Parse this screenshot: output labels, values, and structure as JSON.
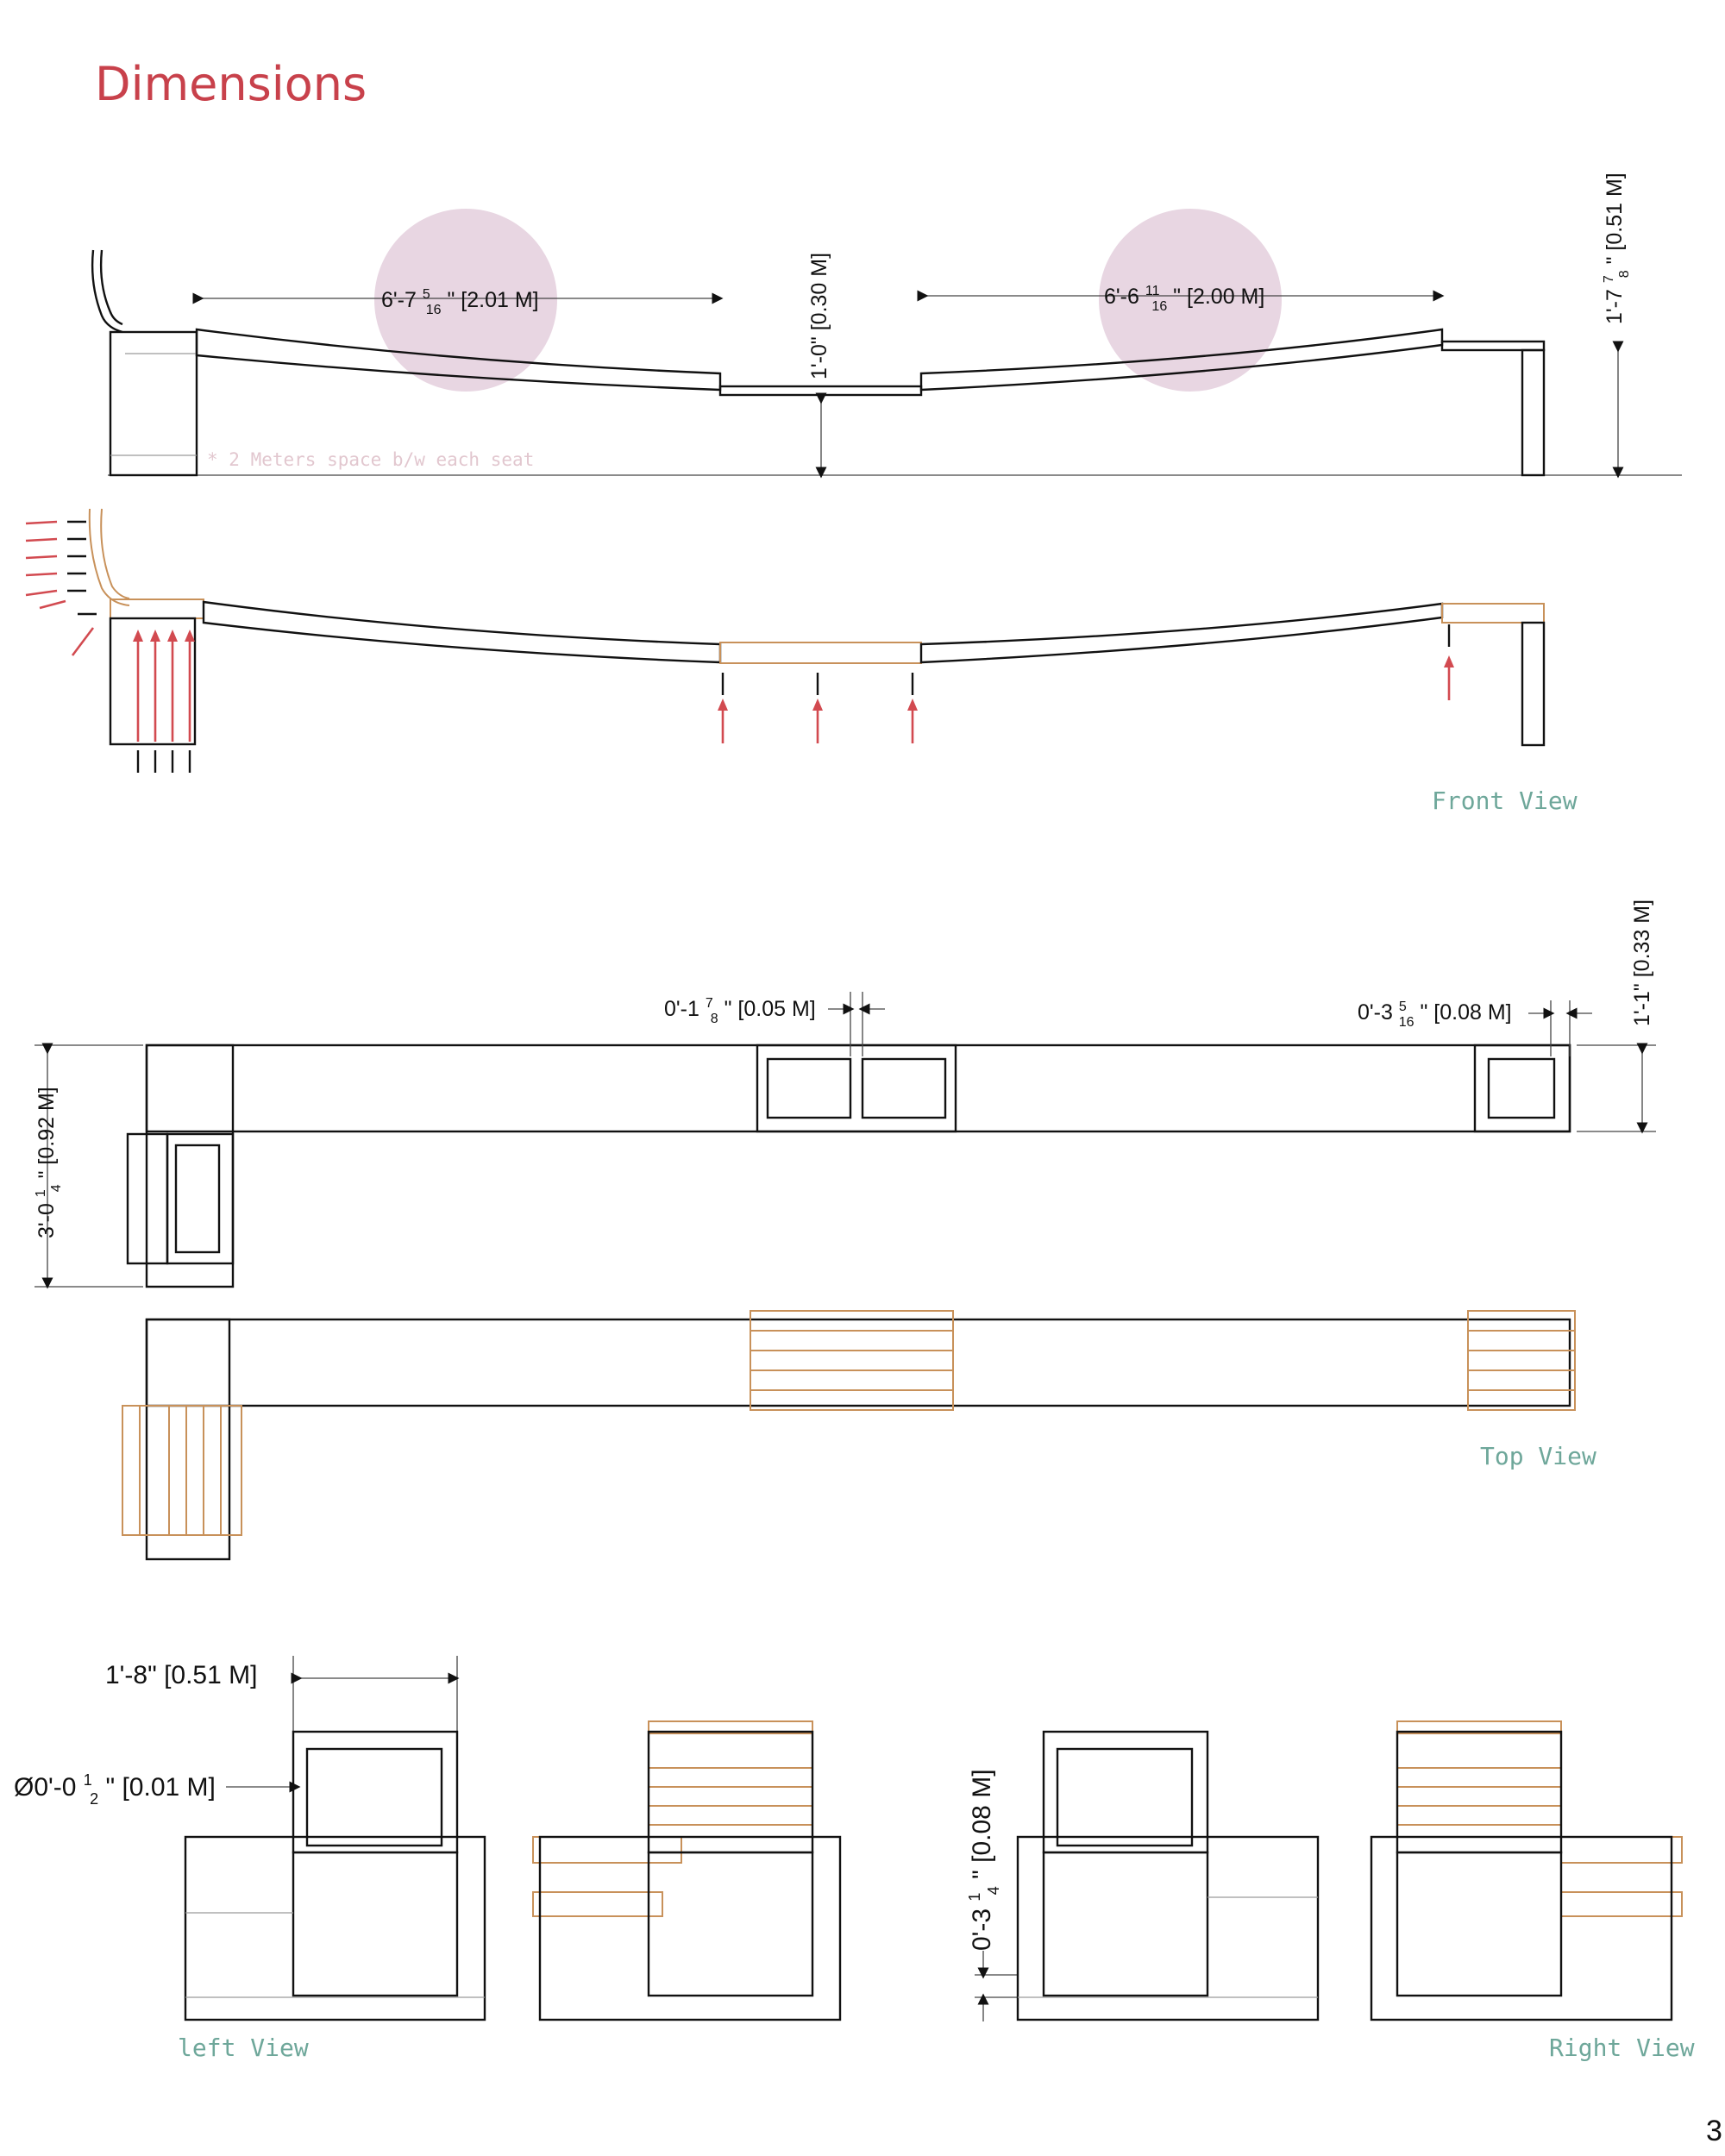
{
  "title": "Dimensions",
  "page_number": "3",
  "note": "* 2 Meters space b/w each seat",
  "colors": {
    "title": "#c8414b",
    "view_labels": "#6ea79a",
    "seat_markers": "#e8d6e2",
    "wood_slats": "#c8915a",
    "assembly_arrows": "#d24a50"
  },
  "views": {
    "front": "Front View",
    "top": "Top View",
    "left": "left View",
    "right": "Right View"
  },
  "dimensions": {
    "front_span_left": {
      "main": "6'-7",
      "num": "5",
      "den": "16",
      "rest": "\" [2.01 M]"
    },
    "front_span_right": {
      "main": "6'-6",
      "num": "11",
      "den": "16",
      "rest": "\" [2.00 M]"
    },
    "center_seat_height": "1'-0\" [0.30 M]",
    "end_height": {
      "main": "1'-7",
      "num": "7",
      "den": "8",
      "rest": "\" [0.51 M]"
    },
    "slot_gap": {
      "main": "0'-1",
      "num": "7",
      "den": "8",
      "rest": "\" [0.05 M]"
    },
    "end_offset": {
      "main": "0'-3",
      "num": "5",
      "den": "16",
      "rest": "\" [0.08 M]"
    },
    "bench_width": "1'-1\" [0.33 M]",
    "arm_depth": {
      "main": "3'-0",
      "num": "1",
      "den": "4",
      "rest": "\" [0.92 M]"
    },
    "module_width": "1'-8\" [0.51 M]",
    "bolt_diameter": {
      "main": "Ø0'-0",
      "num": "1",
      "den": "2",
      "rest": "\" [0.01 M]"
    },
    "plinth_height": {
      "main": "0'-3",
      "num": "1",
      "den": "4",
      "rest": "\" [0.08 M]"
    }
  }
}
